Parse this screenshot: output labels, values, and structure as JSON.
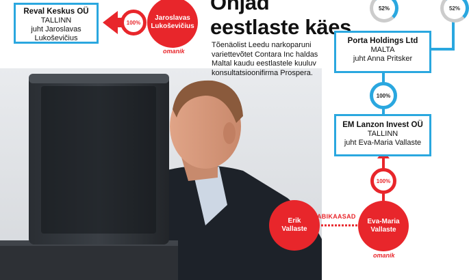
{
  "headline": {
    "line1": "Ohjad",
    "line2": "eestlaste käes"
  },
  "lead": "Tõenäolist Leedu narkoparuni variettevõtet Contara Inc haldas Maltal kaudu eestlastele kuuluv konsultatsioonifirma Prospera.",
  "reval": {
    "name": "Reval Keskus OÜ",
    "city": "TALLINN",
    "head1": "juht Jaroslavas",
    "head2": "Lukoševičius"
  },
  "jaroslavas": {
    "first": "Jaroslavas",
    "last": "Lukoševičius",
    "role": "omanik",
    "share": "100%"
  },
  "porta": {
    "name": "Porta Holdings Ltd",
    "city": "MALTA",
    "head": "juht Anna Pritsker"
  },
  "top_shares": {
    "left": "52%",
    "right": "52%"
  },
  "porta_em_share": "100%",
  "em": {
    "name": "EM Lanzon Invest OÜ",
    "city": "TALLINN",
    "head": "juht Eva-Maria Vallaste"
  },
  "eva_em_share": "100%",
  "erik": {
    "first": "Erik",
    "last": "Vallaste"
  },
  "eva": {
    "first": "Eva-Maria",
    "last": "Vallaste",
    "role": "omanik"
  },
  "relation": "ABIKAASAD",
  "colors": {
    "red": "#e8262b",
    "blue": "#2aa7df",
    "gray": "#cccccc"
  }
}
